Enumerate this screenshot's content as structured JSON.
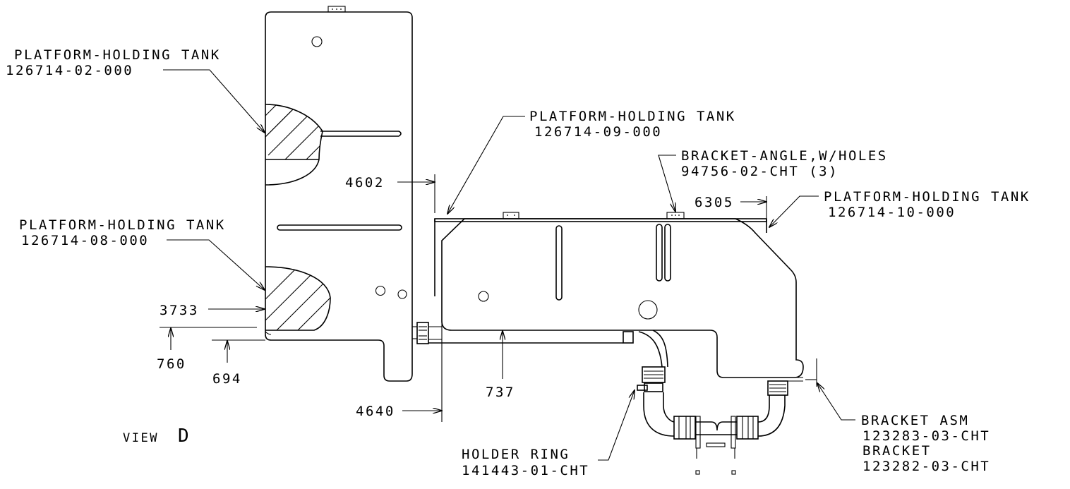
{
  "callouts": {
    "tank_02": {
      "name": "PLATFORM-HOLDING TANK",
      "part": "126714-02-000"
    },
    "tank_08": {
      "name": "PLATFORM-HOLDING TANK",
      "part": "126714-08-000"
    },
    "tank_09": {
      "name": "PLATFORM-HOLDING TANK",
      "part": "126714-09-000"
    },
    "tank_10": {
      "name": "PLATFORM-HOLDING TANK",
      "part": "126714-10-000"
    },
    "bracket_angle": {
      "name": "BRACKET-ANGLE,W/HOLES",
      "part": "94756-02-CHT (3)"
    },
    "holder_ring": {
      "name": "HOLDER RING",
      "part": "141443-01-CHT"
    },
    "bracket_asm": {
      "name": "BRACKET ASM",
      "part": "123283-03-CHT"
    },
    "bracket": {
      "name": "BRACKET",
      "part": "123282-03-CHT"
    }
  },
  "dimensions": {
    "d4602": "4602",
    "d6305": "6305",
    "d3733": "3733",
    "d760": "760",
    "d694": "694",
    "d737": "737",
    "d4640": "4640"
  },
  "view": {
    "label": "VIEW",
    "letter": "D"
  }
}
